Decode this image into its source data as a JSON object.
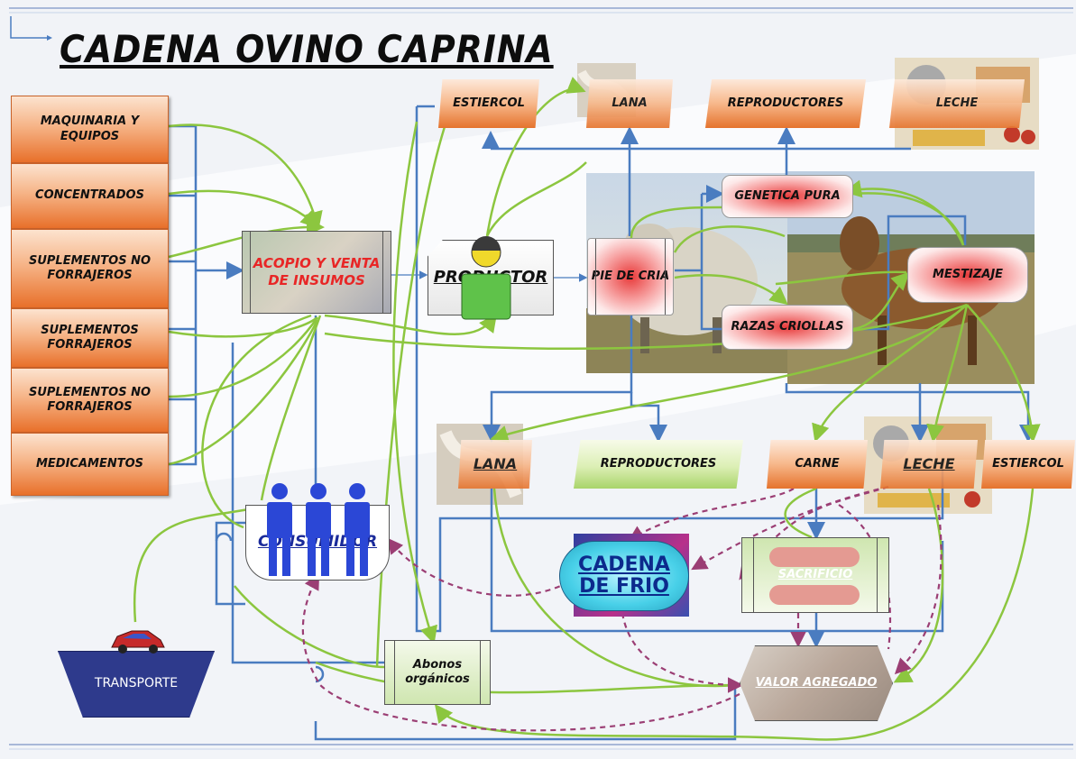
{
  "title": "CADENA OVINO CAPRINA",
  "inputs": [
    "MAQUINARIA Y EQUIPOS",
    "CONCENTRADOS",
    "SUPLEMENTOS NO FORRAJEROS",
    "SUPLEMENTOS FORRAJEROS",
    "SUPLEMENTOS NO FORRAJEROS",
    "MEDICAMENTOS"
  ],
  "acopio": "ACOPIO Y VENTA DE INSUMOS",
  "productor": "PRODUCTOR",
  "pie_de_cria": "PIE DE CRIA",
  "genetica": "GENETICA PURA",
  "razas": "RAZAS CRIOLLAS",
  "mestizaje": "MESTIZAJE",
  "top_outputs": [
    "ESTIERCOL",
    "LANA",
    "REPRODUCTORES",
    "LECHE"
  ],
  "bottom_outputs": [
    "LANA",
    "REPRODUCTORES",
    "CARNE",
    "LECHE",
    "ESTIERCOL"
  ],
  "consumidor": "CONSUMIDOR",
  "cadena_frio": "CADENA DE FRIO",
  "sacrificio": "SACRIFICIO",
  "abonos": "Abonos orgánicos",
  "valor_agregado": "VALOR AGREGADO",
  "transporte": "TRANSPORTE",
  "colors": {
    "flow_blue": "#4a7cc0",
    "flow_green": "#8cc63f",
    "flow_dashed": "#9b3e74",
    "accent_orange": "#e8702a",
    "accent_red": "#e83a3a"
  }
}
